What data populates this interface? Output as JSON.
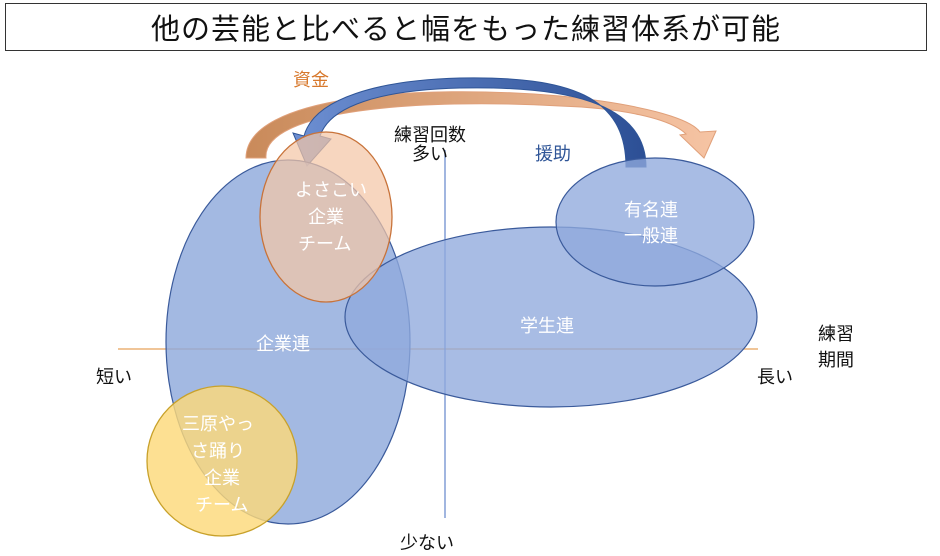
{
  "title": "他の芸能と比べると幅をもった練習体系が可能",
  "axes": {
    "y_top_line1": "練習回数",
    "y_top_line2": "多い",
    "y_bottom": "少ない",
    "x_left": "短い",
    "x_right": "長い",
    "x_axis_line1": "練習",
    "x_axis_line2": "期間"
  },
  "arrows": {
    "funds": "資金",
    "support": "援助"
  },
  "groups": {
    "kigyo_ren": "企業連",
    "gakusei_ren": "学生連",
    "yumei_line1": "有名連",
    "yumei_line2": "一般連",
    "yosakoi_line1": "よさこい",
    "yosakoi_line2": "企業",
    "yosakoi_line3": "チーム",
    "mihara_line1": "三原やっ",
    "mihara_line2": "さ踊り",
    "mihara_line3": "企業",
    "mihara_line4": "チーム"
  },
  "colors": {
    "blue_fill": "#8fa9dc",
    "blue_stroke": "#3a5a9b",
    "peach_fill": "#f4c6a6",
    "peach_stroke": "#c8733a",
    "yellow_fill": "#fcd97a",
    "yellow_stroke": "#c8a12a",
    "axis_orange": "#e8a25a",
    "axis_blue": "#6f8fcf",
    "funds_text": "#d7782c",
    "support_text": "#2f5597"
  }
}
